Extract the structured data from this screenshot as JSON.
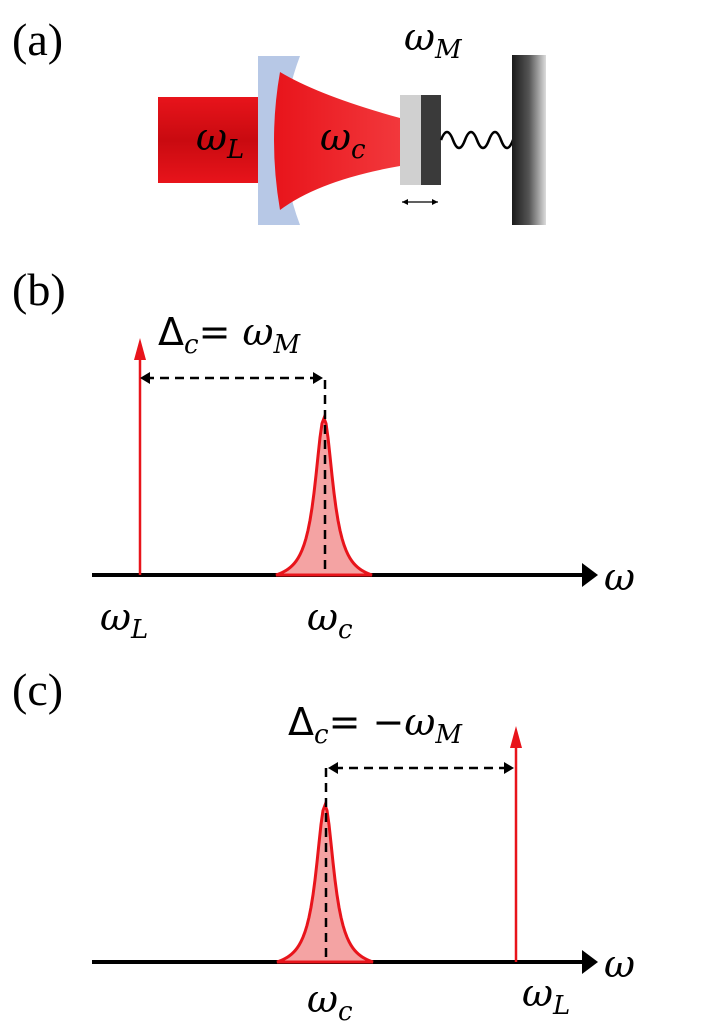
{
  "panel_a": {
    "label": "(a)",
    "laser_symbol": "ω",
    "laser_sub": "L",
    "cavity_symbol": "ω",
    "cavity_sub": "c",
    "mirror_symbol": "ω",
    "mirror_sub": "M"
  },
  "panel_b": {
    "label": "(b)",
    "eq_left": "Δ",
    "eq_left_sub": "c",
    "eq_mid": "= ",
    "eq_right": "ω",
    "eq_right_sub": "M",
    "tick_laser": "ω",
    "tick_laser_sub": "L",
    "tick_cavity": "ω",
    "tick_cavity_sub": "c",
    "axis_label": "ω"
  },
  "panel_c": {
    "label": "(c)",
    "eq_left": "Δ",
    "eq_left_sub": "c",
    "eq_mid": "= −",
    "eq_right": "ω",
    "eq_right_sub": "M",
    "tick_laser": "ω",
    "tick_laser_sub": "L",
    "tick_cavity": "ω",
    "tick_cavity_sub": "c",
    "axis_label": "ω"
  },
  "colors": {
    "laser_red": "#e8141b",
    "peak_fill": "#f4a3a3",
    "mirror_blue": "#b7c8e6"
  }
}
